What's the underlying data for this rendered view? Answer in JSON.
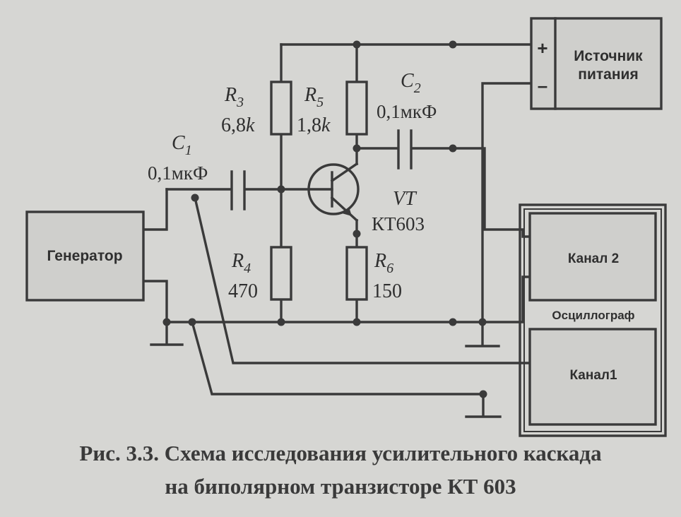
{
  "blocks": {
    "generator": "Генератор",
    "power_supply_line1": "Источник",
    "power_supply_line2": "питания",
    "plus_sign": "+",
    "minus_sign": "–",
    "oscilloscope": "Осциллограф",
    "channel2": "Канал 2",
    "channel1": "Канал1"
  },
  "components": {
    "R3": {
      "letter": "R",
      "sub": "3",
      "value": "6,8",
      "unit": "k"
    },
    "R5": {
      "letter": "R",
      "sub": "5",
      "value": "1,8",
      "unit": "k"
    },
    "R4": {
      "letter": "R",
      "sub": "4",
      "value": "470"
    },
    "R6": {
      "letter": "R",
      "sub": "6",
      "value": "150"
    },
    "C1": {
      "letter": "C",
      "sub": "1",
      "value": "0,1мкФ"
    },
    "C2": {
      "letter": "C",
      "sub": "2",
      "value": "0,1мкФ"
    },
    "VT": {
      "name": "VT",
      "model": "КТ603"
    }
  },
  "caption": {
    "line1": "Рис. 3.3. Схема исследования усилительного каскада",
    "line2": "на биполярном транзисторе КТ 603"
  }
}
